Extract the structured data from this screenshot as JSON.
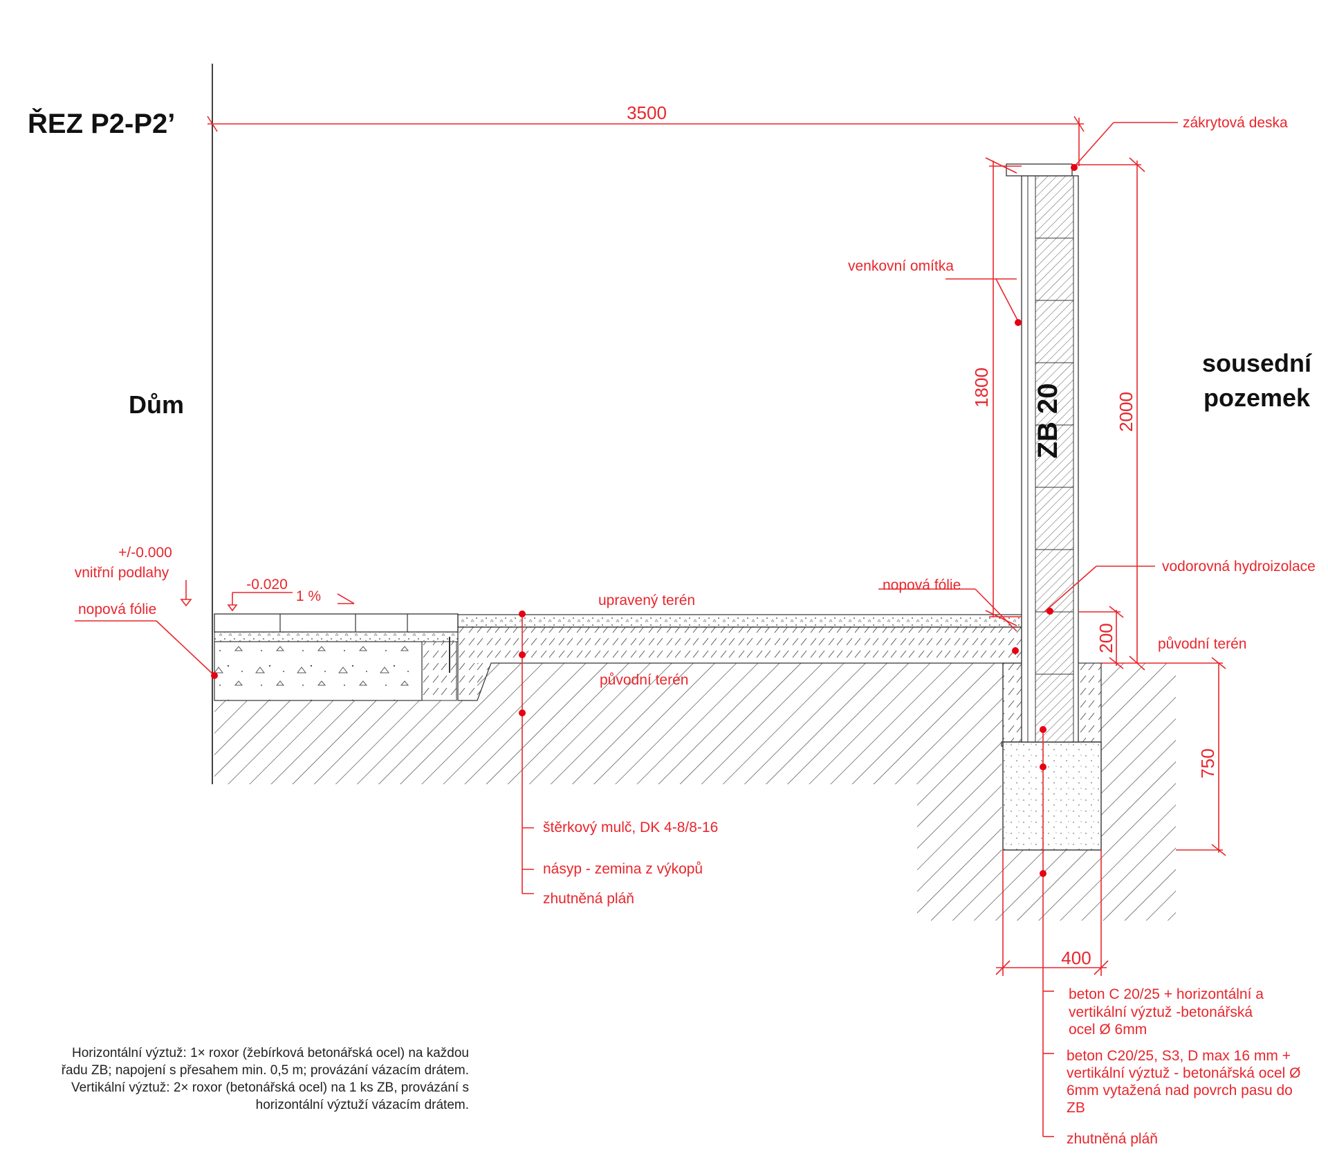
{
  "title": "ŘEZ P2-P2’",
  "left_label": "Dům",
  "right_label_line1": "sousední",
  "right_label_line2": "pozemek",
  "wall_label": "ZB 20",
  "dimensions": {
    "width": "3500",
    "wall_height_1": "1800",
    "wall_height_2": "2000",
    "above_ground": "200",
    "footing_depth": "750",
    "footing_width": "400"
  },
  "levels": {
    "floor_level": "+/-0.000",
    "floor_level_caption": "vnitřní podlahy",
    "paving_level": "-0.020",
    "slope": "1 %"
  },
  "labels": {
    "zakrytova_deska": "zákrytová deska",
    "venkovni_omitka": "venkovní omítka",
    "vodorovna_hydroizolace": "vodorovná hydroizolace",
    "nopova_folie_right": "nopová fólie",
    "nopova_folie_left": "nopová fólie",
    "puvodni_teren_right": "původní terén",
    "upraveny_teren": "upravený terén",
    "puvodni_teren_center": "původní terén",
    "sterkovy_mulc": "štěrkový mulč, DK 4-8/8-16",
    "nasyp": "násyp  - zemina z výkopů",
    "zhutnena_plan_1": "zhutněná pláň",
    "beton_1_line1": "beton C 20/25 + horizontální a",
    "beton_1_line2": "vertikální výztuž -betonářská",
    "beton_1_line3": "ocel Ø 6mm",
    "beton_2_line1": "beton C20/25, S3, D max 16 mm +",
    "beton_2_line2": "vertikální výztuž - betonářská ocel Ø",
    "beton_2_line3": "6mm vytažená nad  povrch pasu do",
    "beton_2_line4": "ZB",
    "zhutnena_plan_2": "zhutněná pláň"
  },
  "note_lines": [
    "Horizontální výztuž: 1× roxor (žebírková betonářská ocel) na každou",
    "řadu ZB; napojení s přesahem min. 0,5 m; provázání vázacím drátem.",
    "Vertikální výztuž: 2× roxor (betonářská ocel) na 1 ks ZB,  provázání s",
    "horizontální výztuží vázacím drátem."
  ]
}
